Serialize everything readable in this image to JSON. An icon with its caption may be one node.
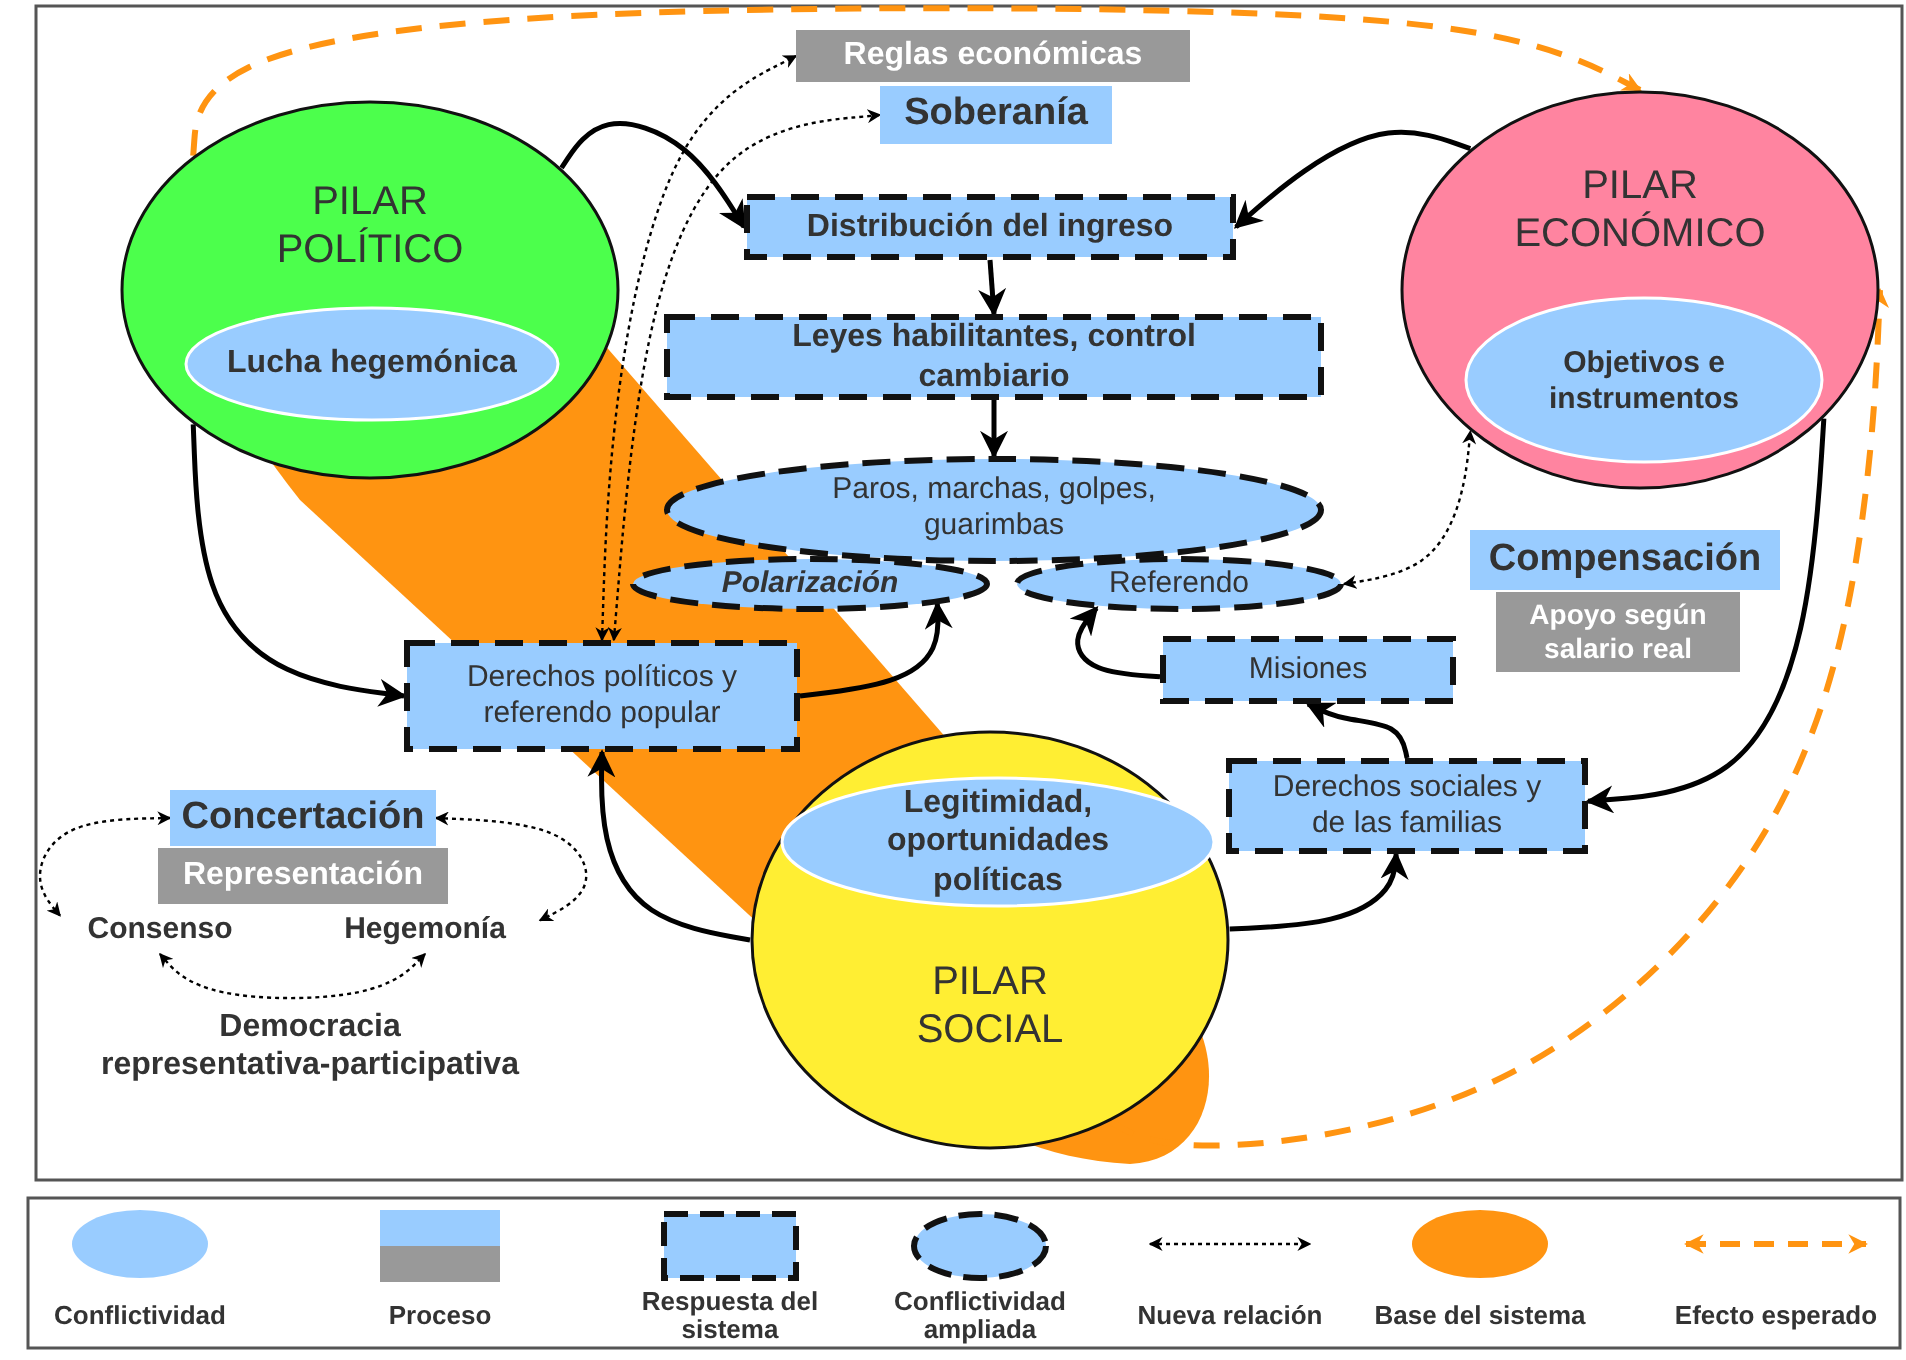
{
  "diagram": {
    "nodes": [
      {
        "text": [
          "PILAR POLÍTICO"
        ]
      },
      {
        "text": [
          "Lucha hegemónica"
        ],
        "in": 0
      },
      {
        "text": [
          "PILAR ECONÓMICO"
        ]
      },
      {
        "text": [
          "Objetivos e instrumentos"
        ],
        "in": 2
      },
      {
        "text": [
          "PILAR SOCIAL"
        ]
      },
      {
        "text": [
          "Legitimidad, oportunidades políticas"
        ],
        "in": 4
      },
      {
        "text": [
          "Reglas económicas"
        ]
      },
      {
        "text": [
          "Soberanía"
        ]
      },
      {
        "text": [
          "Distribución del ingreso"
        ]
      },
      {
        "text": [
          "Leyes habilitantes, control cambiario"
        ]
      },
      {
        "text": [
          "Paros, marchas, golpes, guarimbas"
        ]
      },
      {
        "text": [
          "Polarización"
        ]
      },
      {
        "text": [
          "Referendo"
        ]
      },
      {
        "text": [
          "Derechos políticos y referendo popular"
        ]
      },
      {
        "text": [
          "Misiones"
        ]
      },
      {
        "text": [
          "Derechos sociales y de las familias"
        ]
      },
      {
        "text": [
          "Compensación"
        ]
      },
      {
        "text": [
          "Apoyo según salario real"
        ]
      },
      {
        "text": [
          "Concertación"
        ]
      },
      {
        "text": [
          "Representación"
        ]
      },
      {
        "text": [
          "Consenso"
        ]
      },
      {
        "text": [
          "Hegemonía"
        ]
      }
    ],
    "edges": [
      {
        "from": 0,
        "to": 8,
        "arrow": "to"
      },
      {
        "from": 2,
        "to": 8,
        "arrow": "to"
      },
      {
        "from": 8,
        "to": 9,
        "arrow": "to"
      },
      {
        "from": 9,
        "to": 10,
        "arrow": "to"
      },
      {
        "from": 0,
        "to": 13,
        "arrow": "to"
      },
      {
        "from": 13,
        "to": 11,
        "arrow": "to"
      },
      {
        "from": 4,
        "to": 13,
        "arrow": "to"
      },
      {
        "from": 4,
        "to": 15,
        "arrow": "to"
      },
      {
        "from": 15,
        "to": 14,
        "arrow": "to"
      },
      {
        "from": 14,
        "to": 12,
        "arrow": "to"
      },
      {
        "from": 2,
        "to": 15,
        "arrow": "to"
      },
      {
        "from": 13,
        "to": 6,
        "arrow": "both",
        "style": "dashed"
      },
      {
        "from": 13,
        "to": 7,
        "arrow": "both",
        "style": "dashed"
      },
      {
        "from": 12,
        "to": 2,
        "arrow": "both",
        "style": "dashed"
      },
      {
        "from": 18,
        "to": 20,
        "arrow": "both",
        "style": "dashed"
      },
      {
        "from": 18,
        "to": 21,
        "arrow": "both",
        "style": "dashed"
      },
      {
        "from": 20,
        "to": 21,
        "arrow": "both",
        "style": "dashed"
      },
      {
        "from": 0,
        "to": 2,
        "arrow": "to",
        "style": "dashed",
        "color": "#ff9411"
      },
      {
        "from": 4,
        "to": 2,
        "arrow": "to",
        "style": "dashed",
        "color": "#ff9411"
      }
    ],
    "labels": [
      "Democracia representativa-participativa"
    ],
    "legend": [
      {
        "text": "Conflictividad",
        "color": "#99ccff"
      },
      {
        "text": "Proceso"
      },
      {
        "text": "Respuesta del sistema"
      },
      {
        "text": "Conflictividad ampliada"
      },
      {
        "text": "Nueva relación"
      },
      {
        "text": "Base del sistema",
        "color": "#ff9411"
      },
      {
        "text": "Efecto esperado"
      }
    ]
  }
}
